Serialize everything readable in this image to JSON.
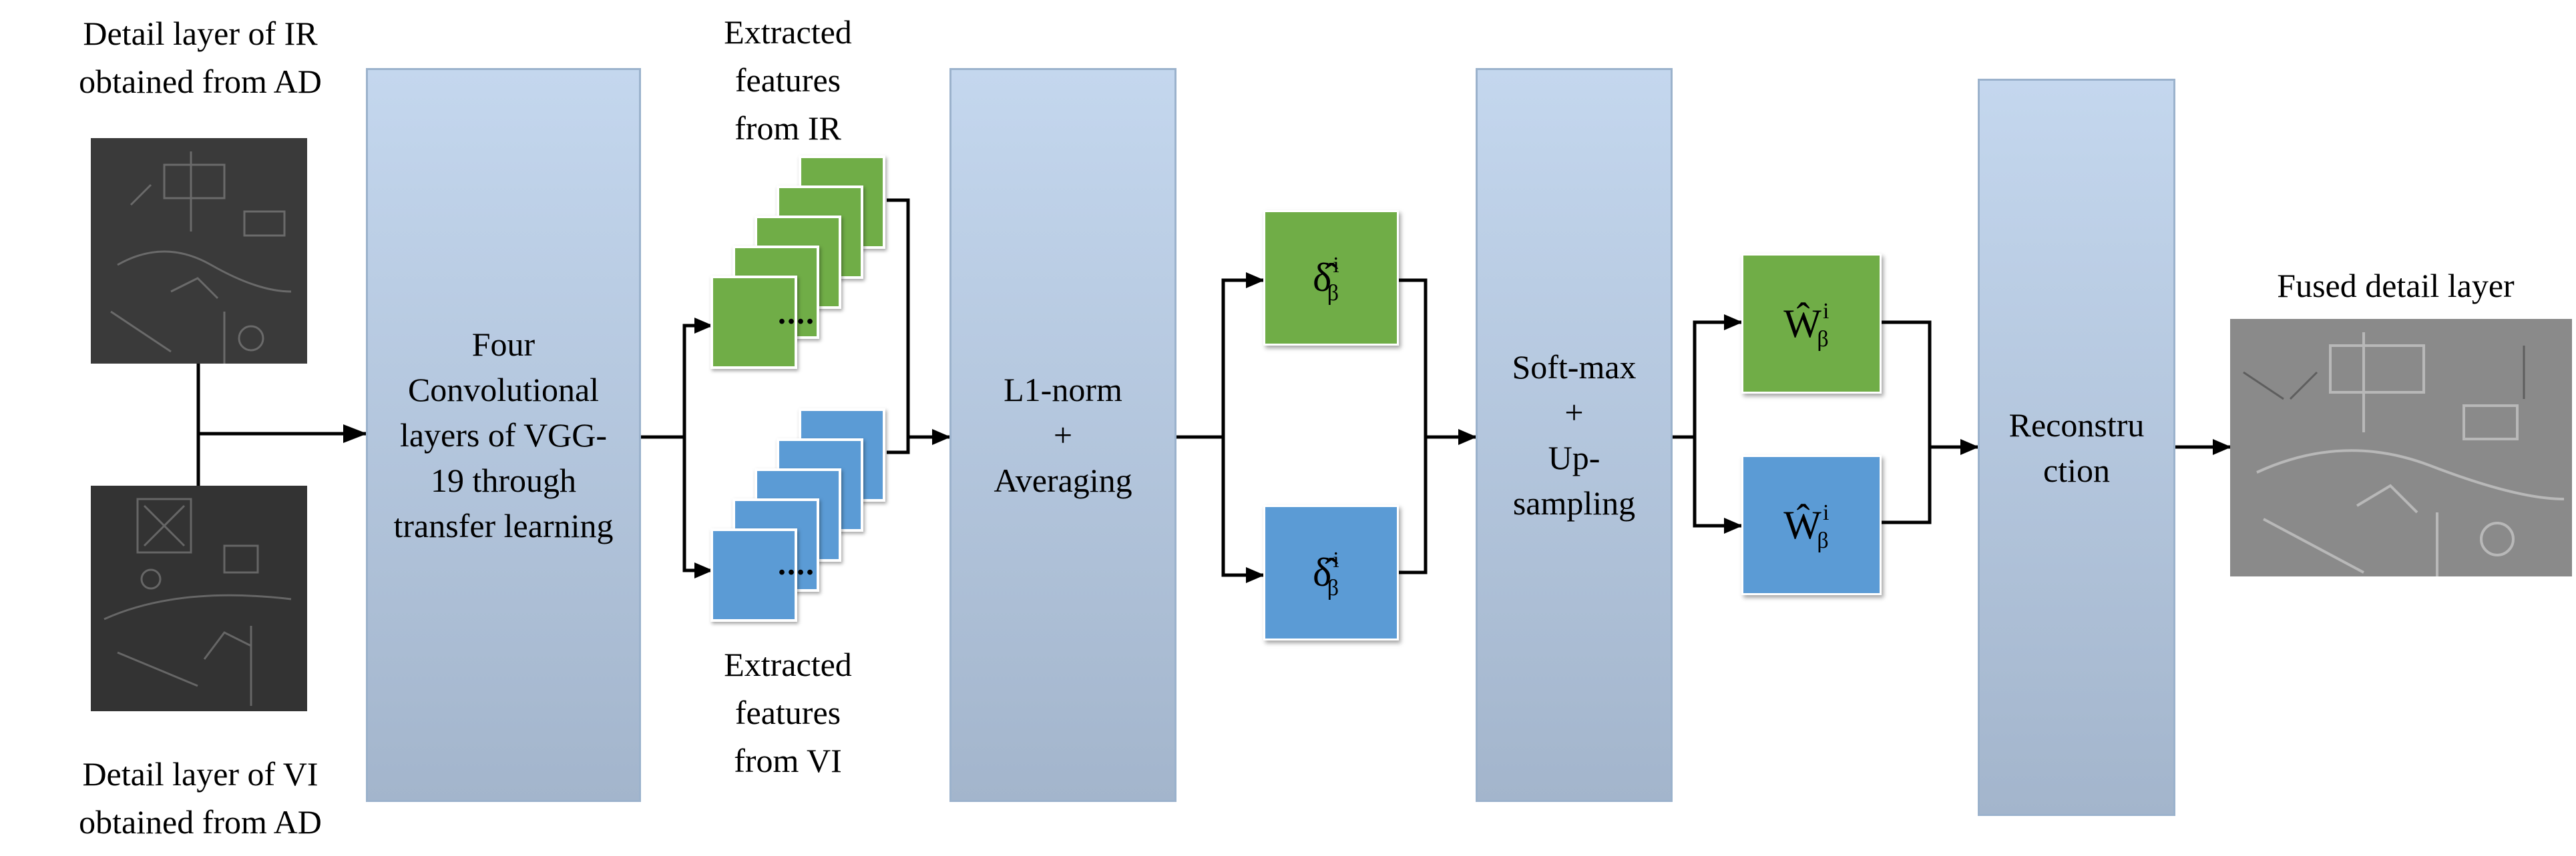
{
  "labels": {
    "ir_input": [
      "Detail layer of IR",
      "obtained from AD"
    ],
    "vi_input": [
      "Detail layer of VI",
      "obtained from AD"
    ],
    "ir_features": [
      "Extracted",
      "features",
      "from IR"
    ],
    "vi_features": [
      "Extracted",
      "features",
      "from VI"
    ],
    "fused_output": "Fused detail layer"
  },
  "blocks": {
    "vgg": [
      "Four",
      "Convolutional",
      "layers of VGG-",
      "19 through",
      "transfer learning"
    ],
    "l1norm": [
      "L1-norm",
      "+",
      "Averaging"
    ],
    "softmax": [
      "Soft-max",
      "+",
      "Up-",
      "sampling"
    ],
    "reconstruction": [
      "Reconstru",
      "ction"
    ]
  },
  "symbols": {
    "delta": "δ̂",
    "weight": "Ŵ",
    "superscript": "i",
    "subscript": "β",
    "ellipsis": "...."
  },
  "colors": {
    "ir": "#70ad47",
    "vi": "#5b9bd5",
    "block_top": "#c4d7ee",
    "block_bottom": "#a3b5cc",
    "arrow": "#000000"
  },
  "icons": {
    "ir_input_image": "edge-map-image",
    "vi_input_image": "edge-map-image",
    "fused_output_image": "edge-map-image"
  }
}
